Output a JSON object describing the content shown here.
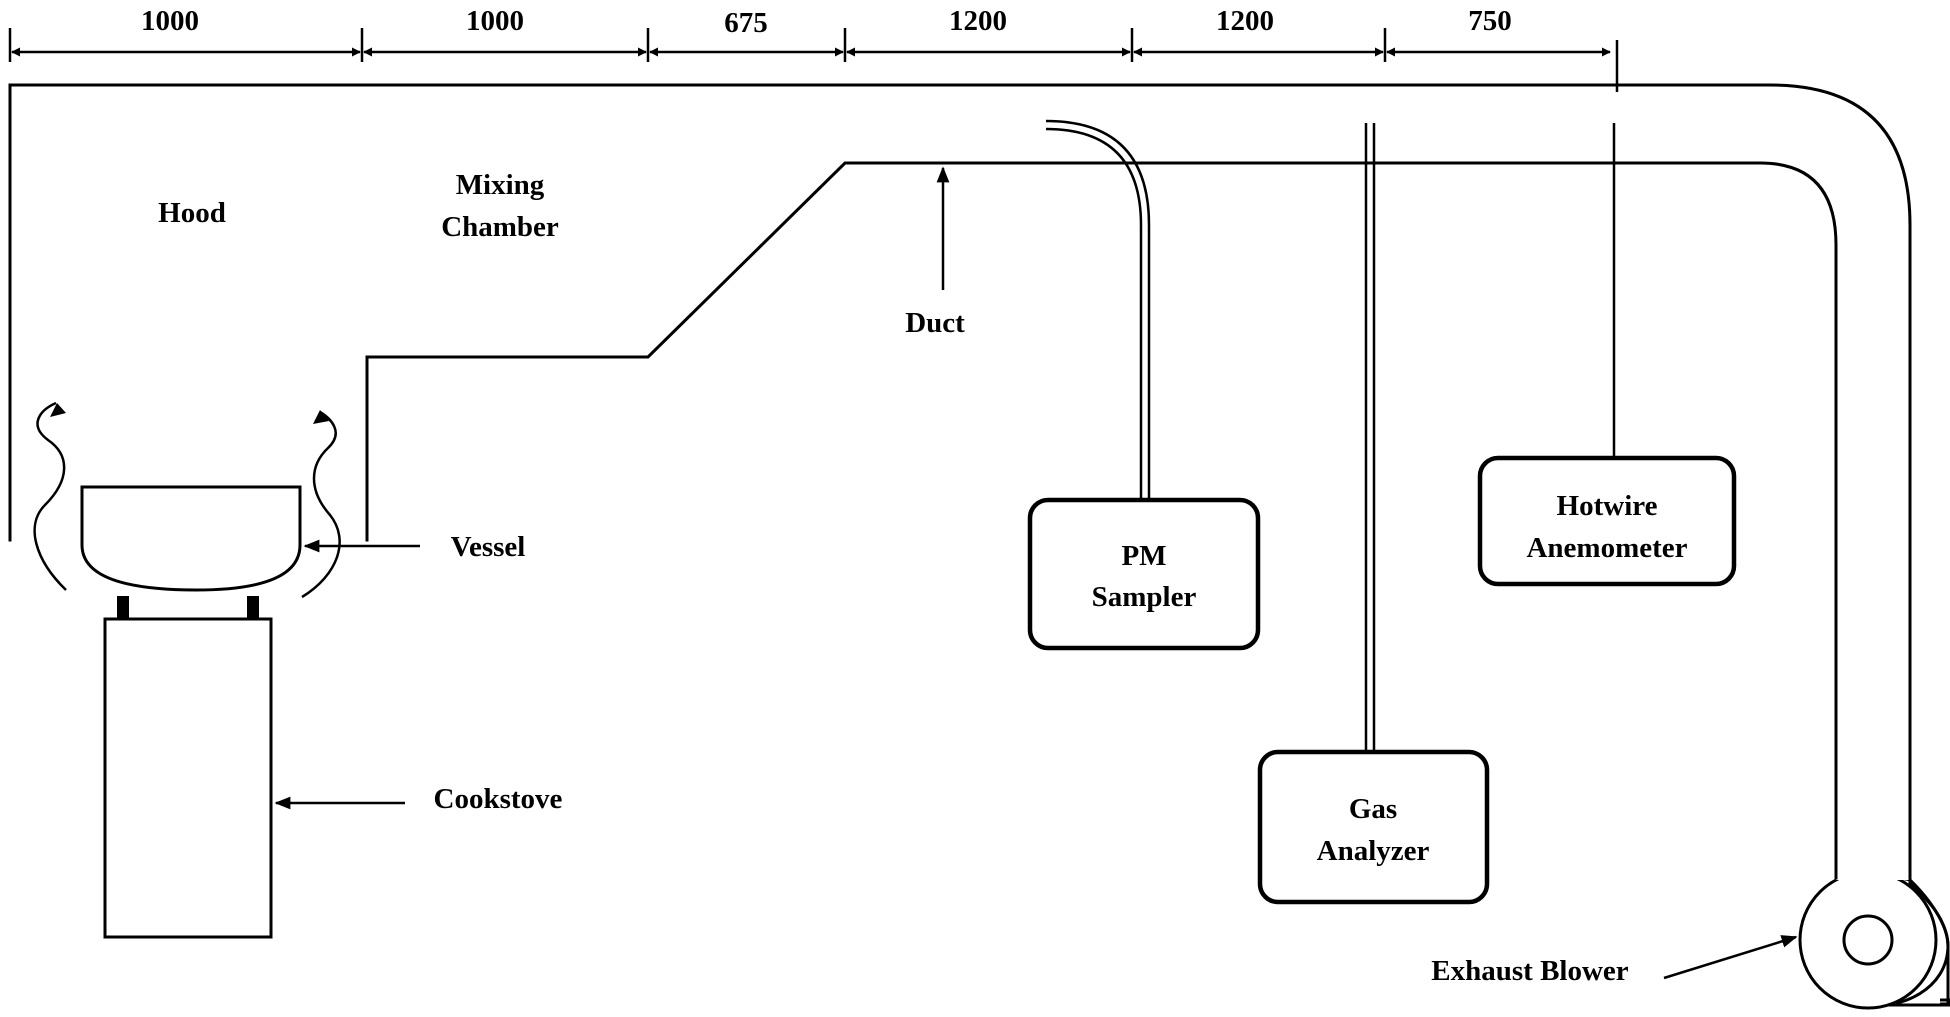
{
  "dimensions": [
    "1000",
    "1000",
    "675",
    "1200",
    "1200",
    "750"
  ],
  "labels": {
    "hood": "Hood",
    "mixing_1": "Mixing",
    "mixing_2": "Chamber",
    "duct": "Duct",
    "vessel": "Vessel",
    "cookstove": "Cookstove",
    "pm_1": "PM",
    "pm_2": "Sampler",
    "gas_1": "Gas",
    "gas_2": "Analyzer",
    "hotwire_1": "Hotwire",
    "hotwire_2": "Anemometer",
    "blower": "Exhaust Blower"
  }
}
